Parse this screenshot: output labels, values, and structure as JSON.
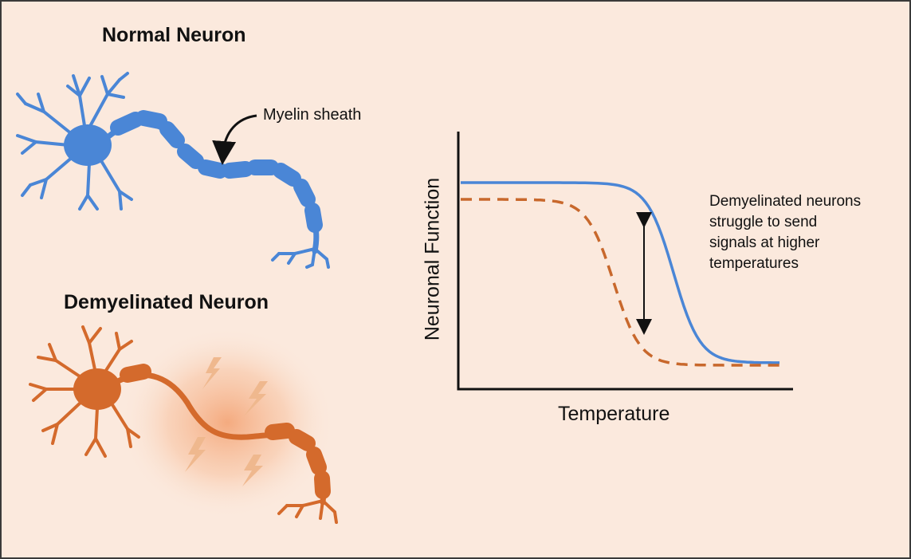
{
  "normal_title": "Normal Neuron",
  "demyelinated_title": "Demyelinated Neuron",
  "myelin_label": "Myelin sheath",
  "annotation_lines": [
    "Demyelinated neurons",
    "struggle to send",
    "signals at higher",
    "temperatures"
  ],
  "chart_data": {
    "type": "line",
    "xlabel": "Temperature",
    "ylabel": "Neuronal Function",
    "series": [
      {
        "line_style": "solid",
        "color": "#4a86d6"
      },
      {
        "line_style": "dashed",
        "color": "#c8682c"
      }
    ]
  },
  "colors": {
    "normal": "#4a86d6",
    "demyelinated": "#d46a2c",
    "background": "#fbe9dd",
    "axis": "#111111"
  },
  "icons": [
    "lightning-bolt-icon"
  ]
}
